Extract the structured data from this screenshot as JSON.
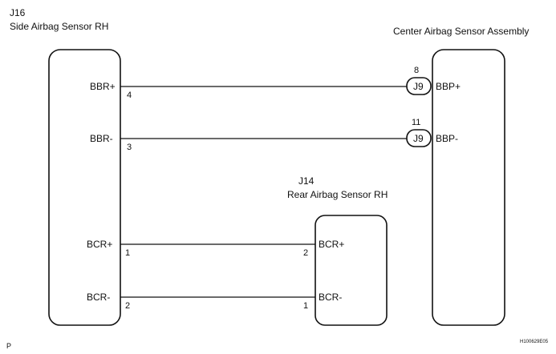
{
  "components": {
    "j16": {
      "code": "J16",
      "name": "Side Airbag Sensor RH",
      "terminals": [
        {
          "signal": "BBR+",
          "pin": "4"
        },
        {
          "signal": "BBR-",
          "pin": "3"
        },
        {
          "signal": "BCR+",
          "pin": "1"
        },
        {
          "signal": "BCR-",
          "pin": "2"
        }
      ]
    },
    "center": {
      "name": "Center Airbag Sensor Assembly",
      "terminals": [
        {
          "signal": "BBP+",
          "pin": "8",
          "connector": "J9"
        },
        {
          "signal": "BBP-",
          "pin": "11",
          "connector": "J9"
        }
      ]
    },
    "j14": {
      "code": "J14",
      "name": "Rear Airbag Sensor RH",
      "terminals": [
        {
          "signal": "BCR+",
          "pin": "2"
        },
        {
          "signal": "BCR-",
          "pin": "1"
        }
      ]
    }
  },
  "footer": {
    "corner_letter": "P",
    "figure_code": "H100629E05"
  }
}
